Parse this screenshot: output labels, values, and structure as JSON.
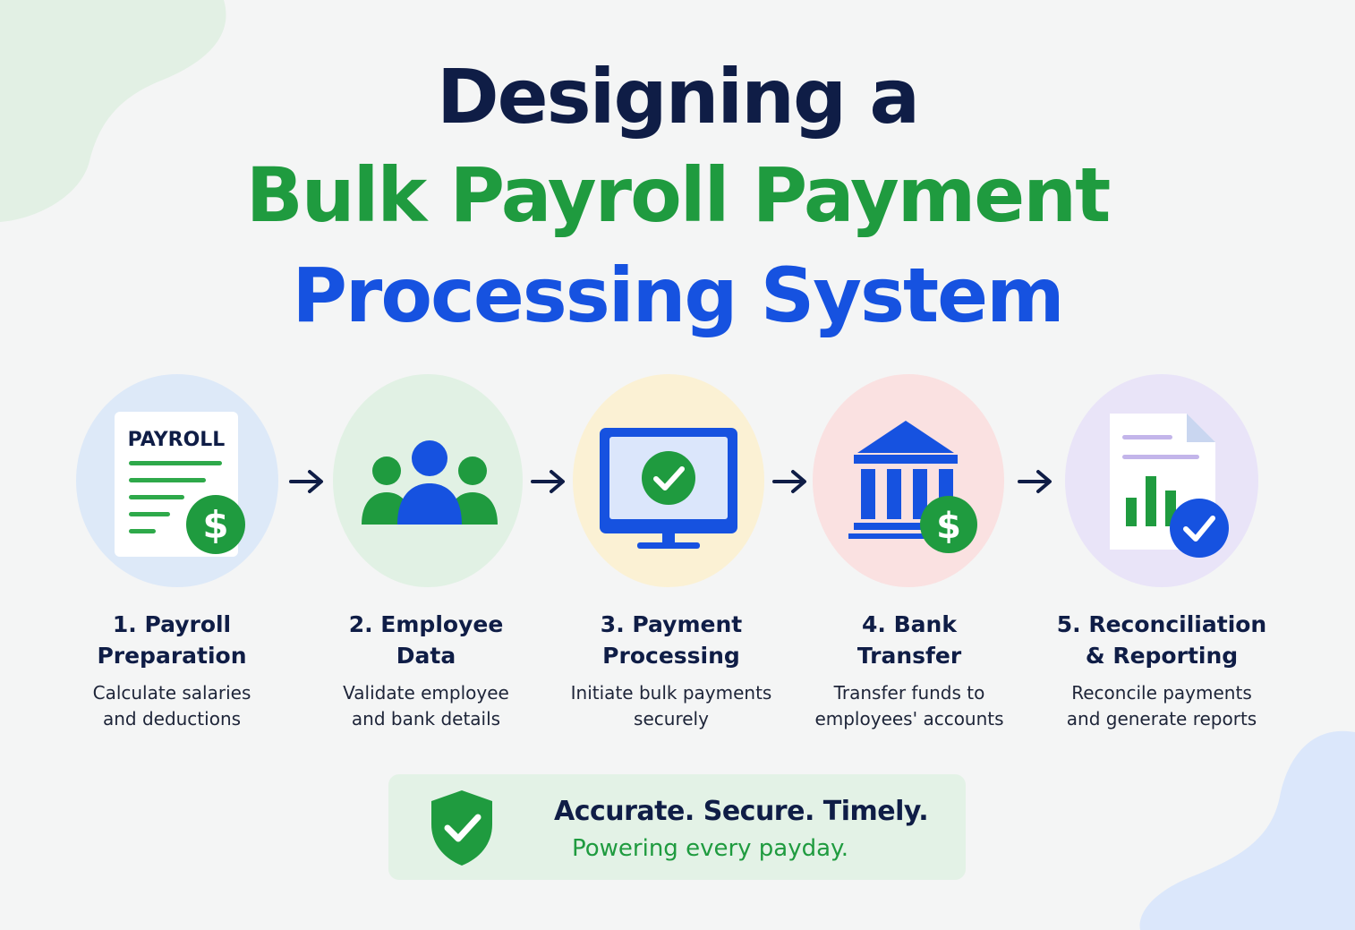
{
  "title": {
    "line1": "Designing a",
    "line2": "Bulk Payroll Payment",
    "line3": "Processing System"
  },
  "colors": {
    "navy": "#0f1d46",
    "green": "#1f9b3f",
    "blue": "#1652e0",
    "background": "#f4f5f5"
  },
  "steps": [
    {
      "number": "1.",
      "title_line1": "1. Payroll",
      "title_line2": "Preparation",
      "desc_line1": "Calculate salaries",
      "desc_line2": "and deductions",
      "icon": "payroll-document-icon",
      "icon_label": "PAYROLL",
      "circle_color": "#dde9f8"
    },
    {
      "number": "2.",
      "title_line1": "2. Employee",
      "title_line2": "Data",
      "desc_line1": "Validate employee",
      "desc_line2": "and bank details",
      "icon": "employees-group-icon",
      "circle_color": "#e1f1e4"
    },
    {
      "number": "3.",
      "title_line1": "3. Payment",
      "title_line2": "Processing",
      "desc_line1": "Initiate bulk payments",
      "desc_line2": "securely",
      "icon": "monitor-check-icon",
      "circle_color": "#fbf1d4"
    },
    {
      "number": "4.",
      "title_line1": "4. Bank",
      "title_line2": "Transfer",
      "desc_line1": "Transfer funds to",
      "desc_line2": "employees' accounts",
      "icon": "bank-dollar-icon",
      "circle_color": "#fae1e1"
    },
    {
      "number": "5.",
      "title_line1": "5. Reconciliation",
      "title_line2": "& Reporting",
      "desc_line1": "Reconcile payments",
      "desc_line2": "and generate reports",
      "icon": "report-chart-check-icon",
      "circle_color": "#e9e4f8"
    }
  ],
  "banner": {
    "line1": "Accurate. Secure. Timely.",
    "line2": "Powering every payday.",
    "icon": "shield-check-icon"
  }
}
